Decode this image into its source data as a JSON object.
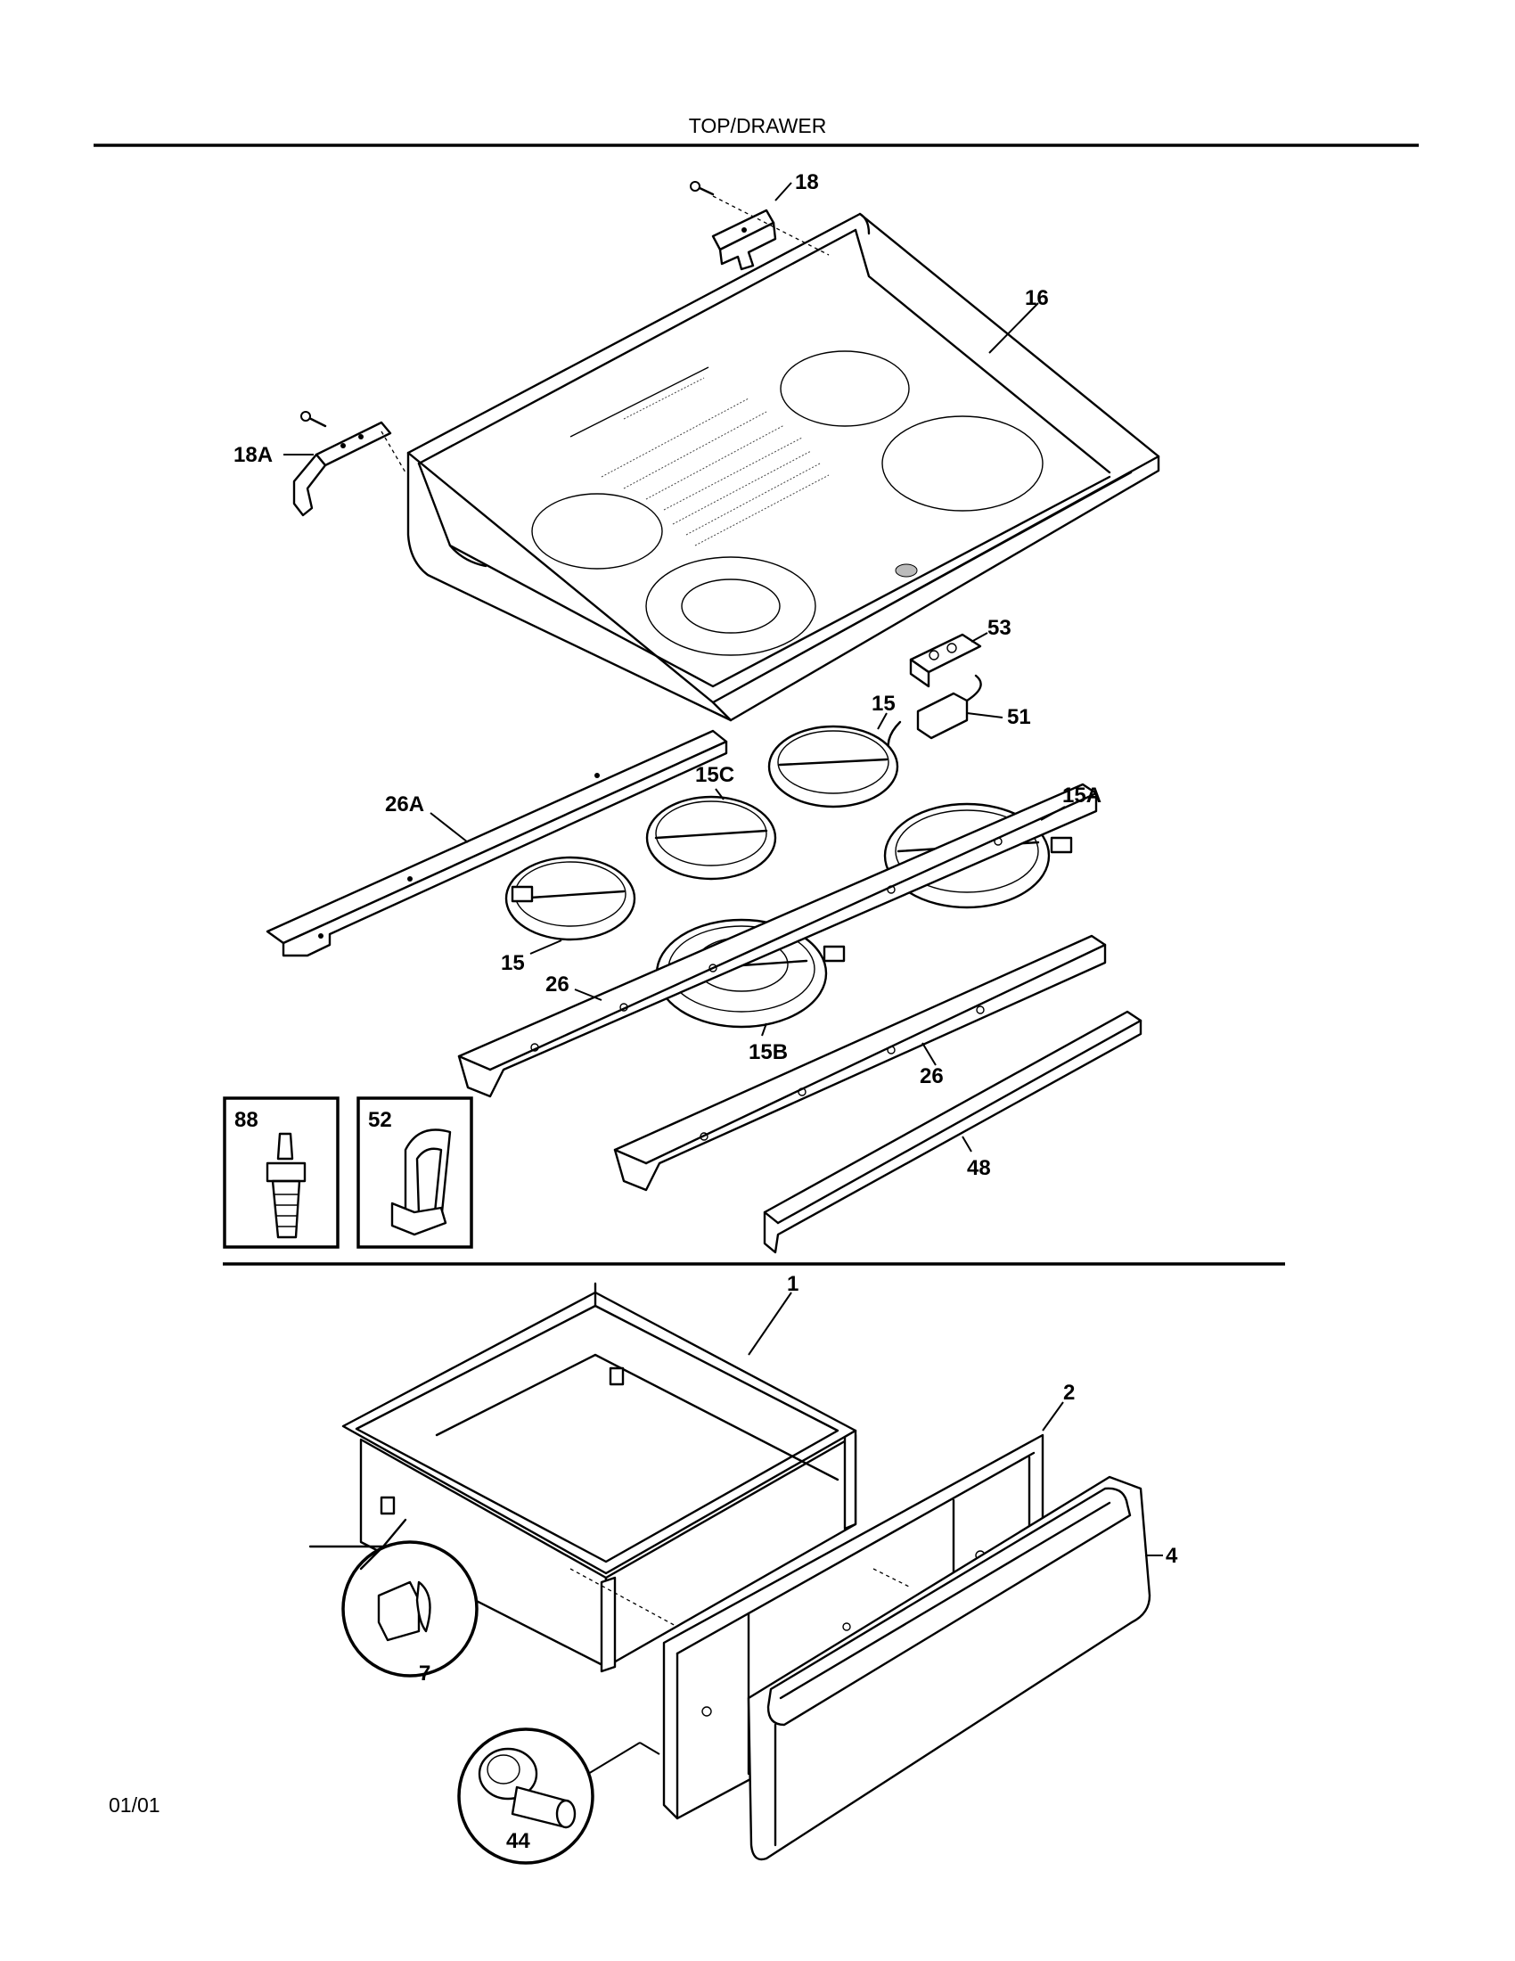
{
  "page": {
    "title": "TOP/DRAWER",
    "date_code": "01/01"
  },
  "callouts": {
    "p18": "18",
    "p18a": "18A",
    "p16": "16",
    "p53": "53",
    "p51": "51",
    "p15_top": "15",
    "p15c": "15C",
    "p15a": "15A",
    "p26a": "26A",
    "p15_left": "15",
    "p26_left": "26",
    "p15b": "15B",
    "p26_right": "26",
    "p48": "48",
    "p88": "88",
    "p52": "52",
    "p1": "1",
    "p2": "2",
    "p4": "4",
    "p7": "7",
    "p44": "44"
  }
}
